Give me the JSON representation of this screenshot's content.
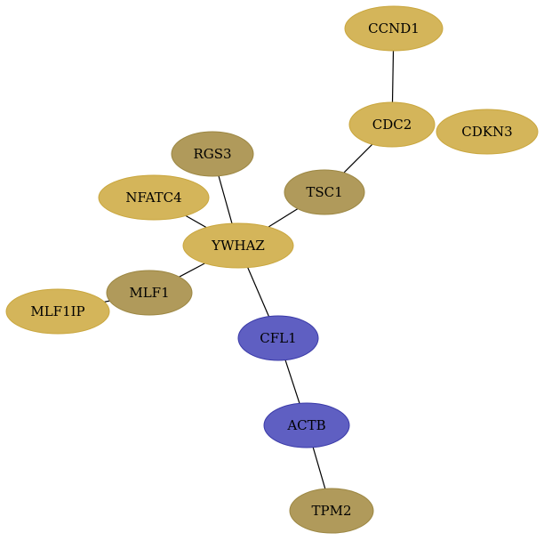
{
  "colors": {
    "gold": "#d4b55a",
    "gold_stroke": "#c9a63d",
    "olive": "#b09a5b",
    "olive_stroke": "#9c8743",
    "blue": "#5f5fc2",
    "blue_stroke": "#3a3aa8"
  },
  "nodes": [
    {
      "id": "CCND1",
      "label": "CCND1",
      "color": "gold"
    },
    {
      "id": "CDC2",
      "label": "CDC2",
      "color": "gold"
    },
    {
      "id": "CDKN3",
      "label": "CDKN3",
      "color": "gold"
    },
    {
      "id": "RGS3",
      "label": "RGS3",
      "color": "olive"
    },
    {
      "id": "TSC1",
      "label": "TSC1",
      "color": "olive"
    },
    {
      "id": "NFATC4",
      "label": "NFATC4",
      "color": "gold"
    },
    {
      "id": "YWHAZ",
      "label": "YWHAZ",
      "color": "gold"
    },
    {
      "id": "MLF1",
      "label": "MLF1",
      "color": "olive"
    },
    {
      "id": "MLF1IP",
      "label": "MLF1IP",
      "color": "gold"
    },
    {
      "id": "CFL1",
      "label": "CFL1",
      "color": "blue"
    },
    {
      "id": "ACTB",
      "label": "ACTB",
      "color": "blue"
    },
    {
      "id": "TPM2",
      "label": "TPM2",
      "color": "olive"
    }
  ],
  "edges": [
    [
      "CCND1",
      "CDC2"
    ],
    [
      "CDC2",
      "TSC1"
    ],
    [
      "TSC1",
      "YWHAZ"
    ],
    [
      "RGS3",
      "YWHAZ"
    ],
    [
      "NFATC4",
      "YWHAZ"
    ],
    [
      "MLF1",
      "YWHAZ"
    ],
    [
      "MLF1IP",
      "MLF1"
    ],
    [
      "YWHAZ",
      "CFL1"
    ],
    [
      "CFL1",
      "ACTB"
    ],
    [
      "ACTB",
      "TPM2"
    ]
  ]
}
